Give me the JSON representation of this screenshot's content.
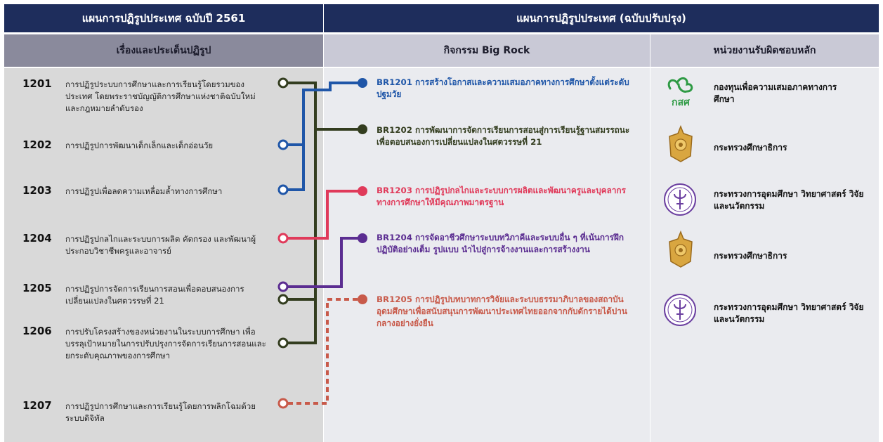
{
  "header": {
    "left_title": "แผนการปฏิรูปประเทศ ฉบับปี 2561",
    "right_title": "แผนการปฏิรูปประเทศ (ฉบับปรับปรุง)"
  },
  "subheader": {
    "col1": "เรื่องและประเด็นปฏิรูป",
    "col2": "กิจกรรม Big Rock",
    "col3": "หน่วยงานรับผิดชอบหลัก"
  },
  "reforms": [
    {
      "code": "1201",
      "text": "การปฏิรูประบบการศึกษาและการเรียนรู้โดยรวมของประเทศ โดยพระราชบัญญัติการศึกษาแห่งชาติฉบับใหม่ และกฎหมายลำดับรอง"
    },
    {
      "code": "1202",
      "text": "การปฏิรูปการพัฒนาเด็กเล็กและเด็กอ่อนวัย"
    },
    {
      "code": "1203",
      "text": "การปฏิรูปเพื่อลดความเหลื่อมล้ำทางการศึกษา"
    },
    {
      "code": "1204",
      "text": "การปฏิรูปกลไกและระบบการผลิต คัดกรอง และพัฒนาผู้ประกอบวิชาชีพครูและอาจารย์"
    },
    {
      "code": "1205",
      "text": "การปฏิรูปการจัดการเรียนการสอนเพื่อตอบสนองการเปลี่ยนแปลงในศตวรรษที่ 21"
    },
    {
      "code": "1206",
      "text": "การปรับโครงสร้างของหน่วยงานในระบบการศึกษา เพื่อบรรลุเป้าหมายในการปรับปรุงการจัดการเรียนการสอนและยกระดับคุณภาพของการศึกษา"
    },
    {
      "code": "1207",
      "text": "การปฏิรูปการศึกษาและการเรียนรู้โดยการพลิกโฉมด้วยระบบดิจิทัล"
    }
  ],
  "big_rocks": [
    {
      "code": "BR1201",
      "text": "การสร้างโอกาสและความเสมอภาคทางการศึกษาตั้งแต่ระดับปฐมวัย",
      "color": "#1f56a8"
    },
    {
      "code": "BR1202",
      "text": "การพัฒนาการจัดการเรียนการสอนสู่การเรียนรู้ฐานสมรรถนะ เพื่อตอบสนองการเปลี่ยนแปลงในศตวรรษที่ 21",
      "color": "#333d1f"
    },
    {
      "code": "BR1203",
      "text": "การปฏิรูปกลไกและระบบการผลิตและพัฒนาครูและบุคลากรทางการศึกษาให้มีคุณภาพมาตรฐาน",
      "color": "#e03a5a"
    },
    {
      "code": "BR1204",
      "text": "การจัดอาชีวศึกษาระบบทวิภาคีและระบบอื่น ๆ ที่เน้นการฝึกปฏิบัติอย่างเต็ม รูปแบบ นำไปสู่การจ้างงานและการสร้างงาน",
      "color": "#5b2d91"
    },
    {
      "code": "BR1205",
      "text": "การปฏิรูปบทบาทการวิจัยและระบบธรรมาภิบาลของสถาบันอุดมศึกษาเพื่อสนับสนุนการพัฒนาประเทศไทยออกจากกับดักรายได้ปานกลางอย่างยั่งยืน",
      "color": "#c85a4a"
    }
  ],
  "units": [
    {
      "name": "กองทุนเพื่อความเสมอภาคทางการศึกษา",
      "logo": "eef-logo",
      "logo_text": "กสศ"
    },
    {
      "name": "กระทรวงศึกษาธิการ",
      "logo": "moe-emblem"
    },
    {
      "name": "กระทรวงการอุดมศึกษา วิทยาศาสตร์ วิจัยและนวัตกรรม",
      "logo": "mhesi-emblem"
    },
    {
      "name": "กระทรวงศึกษาธิการ",
      "logo": "moe-emblem"
    },
    {
      "name": "กระทรวงการอุดมศึกษา วิทยาศาสตร์ วิจัยและนวัตกรรม",
      "logo": "mhesi-emblem"
    }
  ],
  "colors": {
    "header_bg": "#1e2d5c",
    "subheader_left_bg": "#8a8a9c",
    "subheader_right_bg": "#c9c9d6",
    "blue": "#1f56a8",
    "olive": "#333d1f",
    "red": "#e03a5a",
    "purple": "#5b2d91",
    "salmon": "#c85a4a",
    "eef_green": "#2e9a44"
  }
}
